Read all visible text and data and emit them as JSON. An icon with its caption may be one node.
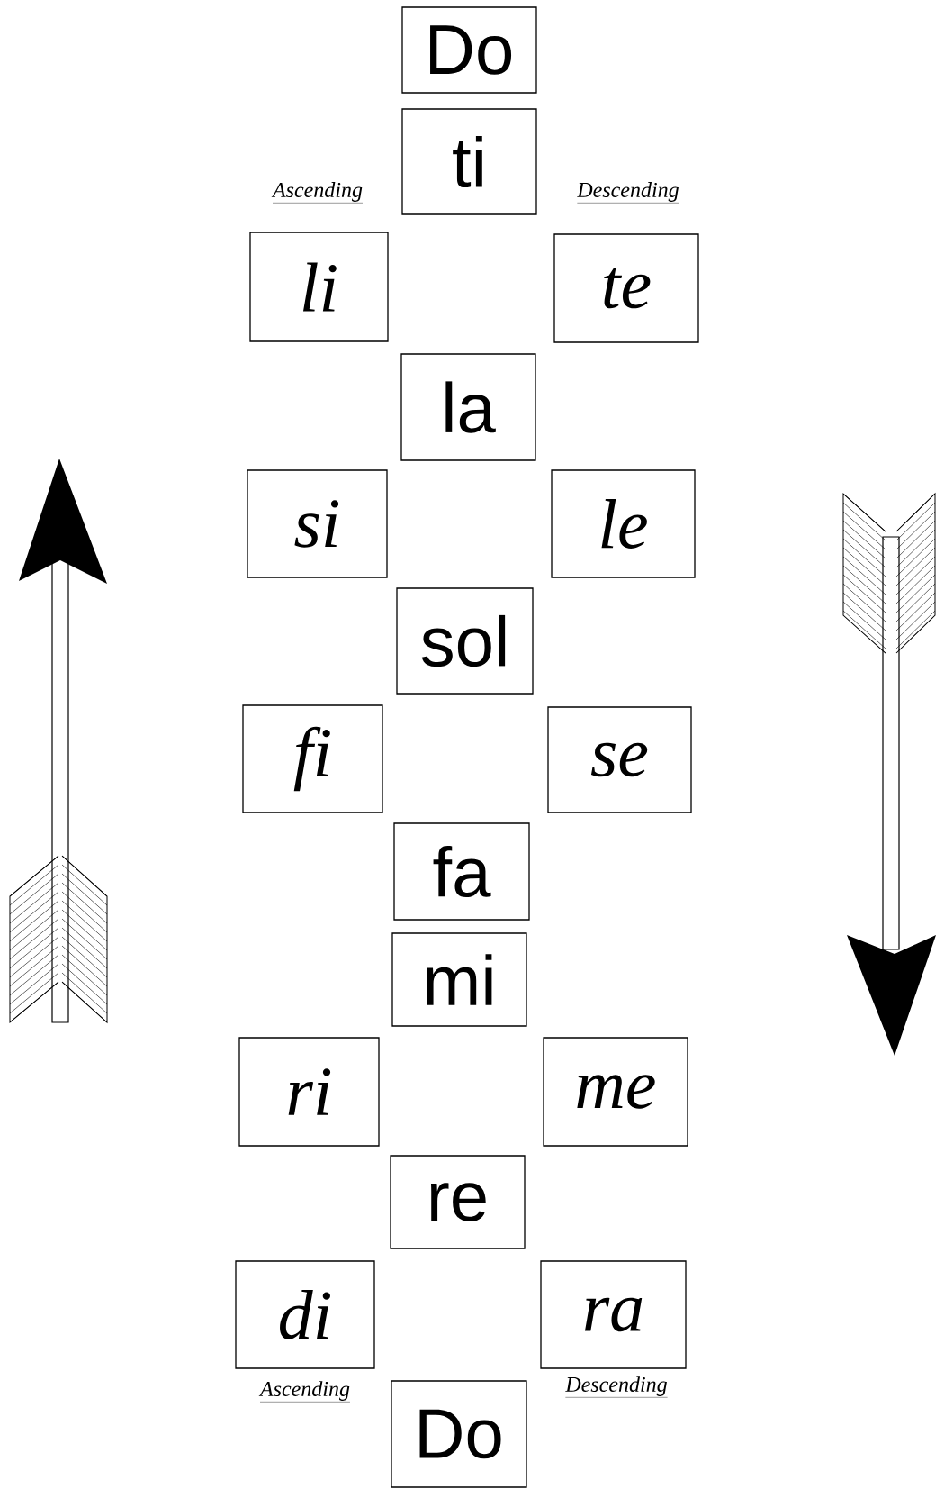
{
  "diagram": {
    "nodes": [
      {
        "text": [
          "Do"
        ]
      },
      {
        "text": [
          "ti"
        ]
      },
      {
        "text": [
          "li"
        ]
      },
      {
        "text": [
          "te"
        ]
      },
      {
        "text": [
          "la"
        ]
      },
      {
        "text": [
          "si"
        ]
      },
      {
        "text": [
          "le"
        ]
      },
      {
        "text": [
          "sol"
        ]
      },
      {
        "text": [
          "fi"
        ]
      },
      {
        "text": [
          "se"
        ]
      },
      {
        "text": [
          "fa"
        ]
      },
      {
        "text": [
          "mi"
        ]
      },
      {
        "text": [
          "ri"
        ]
      },
      {
        "text": [
          "me"
        ]
      },
      {
        "text": [
          "re"
        ]
      },
      {
        "text": [
          "di"
        ]
      },
      {
        "text": [
          "ra"
        ]
      },
      {
        "text": [
          "Do"
        ]
      }
    ],
    "labels": [
      "Ascending",
      "Descending",
      "Ascending",
      "Descending"
    ]
  }
}
